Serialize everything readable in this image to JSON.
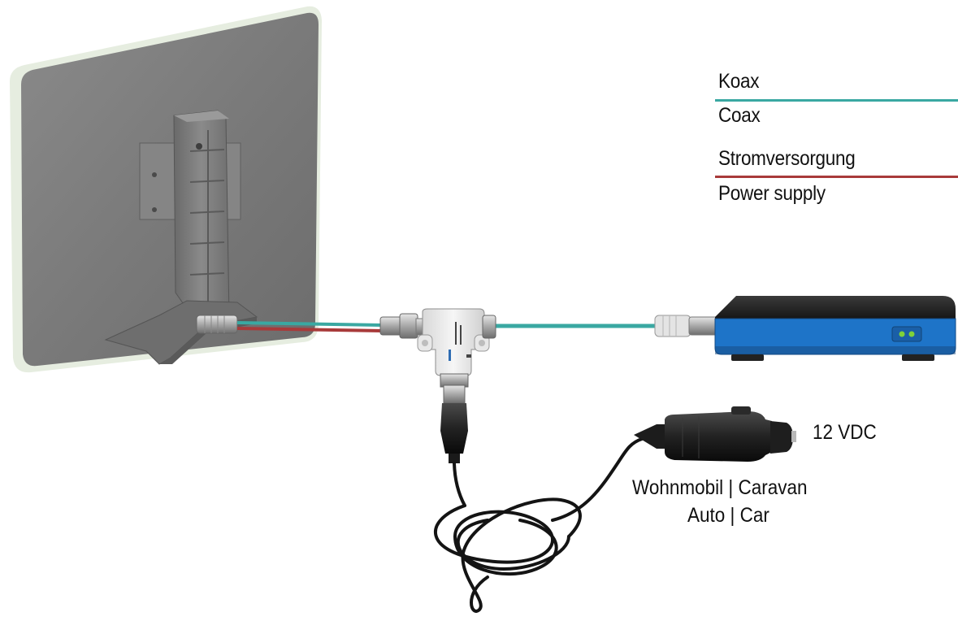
{
  "legend": {
    "coax": {
      "label_de": "Koax",
      "label_en": "Coax",
      "color": "#3aa8a2"
    },
    "power": {
      "label_de": "Stromversorgung",
      "label_en": "Power supply",
      "color": "#a83a3a"
    }
  },
  "power_source": {
    "voltage": "12 VDC",
    "vehicle_line1": "Wohnmobil | Caravan",
    "vehicle_line2": "Auto | Car"
  },
  "components": {
    "antenna": "flat-panel-antenna-icon",
    "injector": "power-injector-icon",
    "receiver": "receiver-box-icon",
    "car_adapter": "car-lighter-plug-icon",
    "receiver_led_color": "#7fd23a",
    "receiver_accent_color": "#1e74c8"
  }
}
